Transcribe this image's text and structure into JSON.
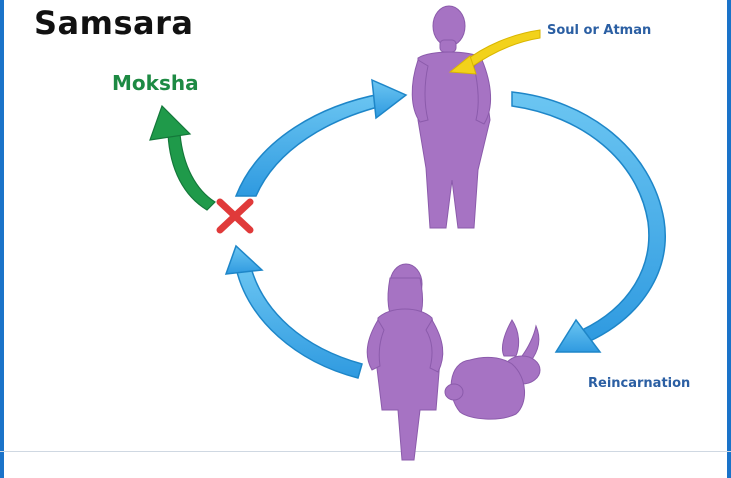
{
  "title": "Samsara",
  "labels": {
    "moksha": "Moksha",
    "soul": "Soul or Atman",
    "reincarnation": "Reincarnation"
  },
  "colors": {
    "border": "#1a73c9",
    "cycle_arrow": "#45aee8",
    "cycle_arrow_edge": "#1e86c8",
    "moksha_arrow": "#1f9a4a",
    "moksha_text": "#1d8a43",
    "soul_arrow": "#f2d21b",
    "label_text": "#2b5fa3",
    "figure": "#a673c3",
    "cross": "#e03a3a"
  },
  "icons": [
    "man-figure-icon",
    "woman-figure-icon",
    "rabbit-icon",
    "cross-icon"
  ]
}
